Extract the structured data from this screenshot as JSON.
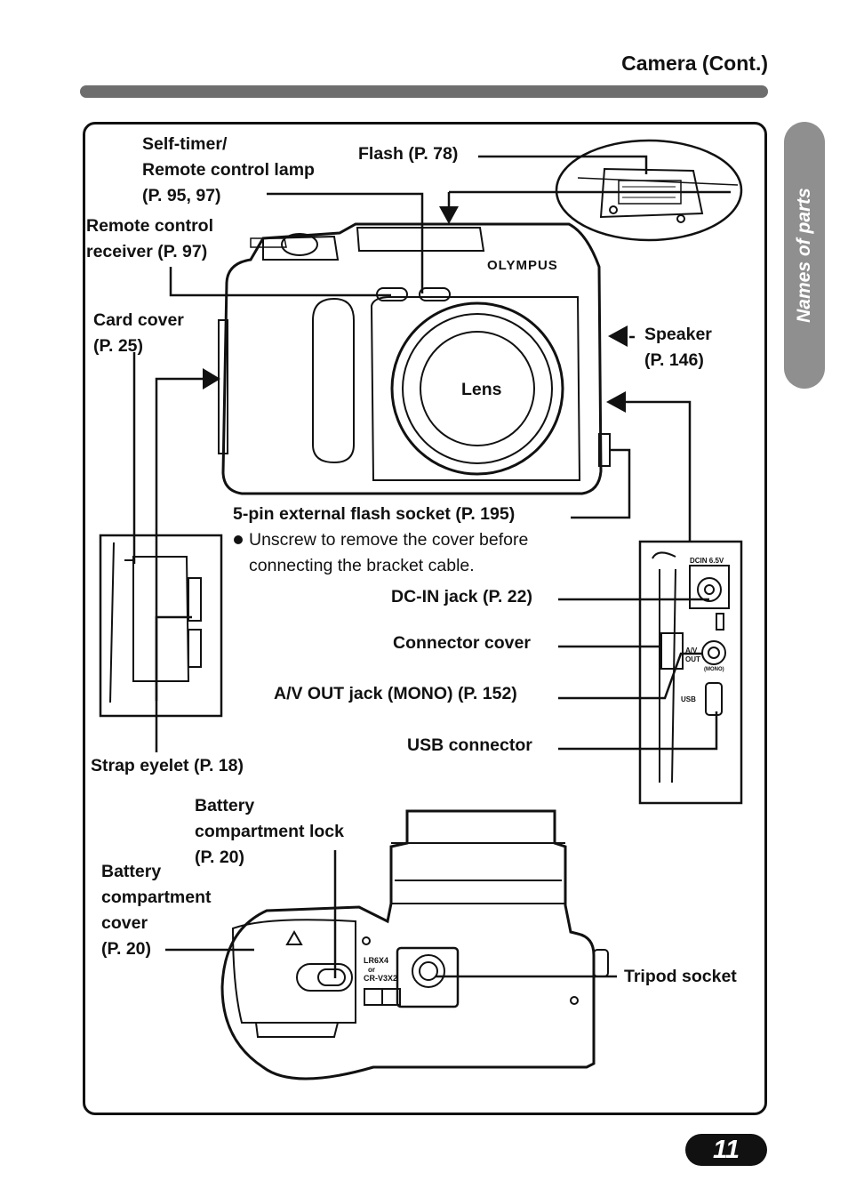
{
  "header": {
    "title": "Camera (Cont.)"
  },
  "side_tab": {
    "label": "Names of parts"
  },
  "labels": {
    "self_timer": [
      "Self-timer/",
      "Remote control lamp",
      "(P. 95, 97)"
    ],
    "flash": "Flash (P. 78)",
    "remote_receiver": [
      "Remote control",
      "receiver (P. 97)"
    ],
    "card_cover": [
      "Card cover",
      "(P. 25)"
    ],
    "speaker": [
      "Speaker",
      "(P. 146)"
    ],
    "lens": "Lens",
    "flash_socket": "5-pin external flash socket (P. 195)",
    "flash_socket_note": [
      "Unscrew to remove the cover before",
      "connecting the bracket cable."
    ],
    "dc_in": "DC-IN jack (P. 22)",
    "connector_cover": "Connector cover",
    "av_out": "A/V OUT jack (MONO) (P. 152)",
    "usb": "USB connector",
    "strap": "Strap eyelet (P. 18)",
    "battery_lock": [
      "Battery",
      "compartment lock",
      "(P. 20)"
    ],
    "battery_cover": [
      "Battery",
      "compartment",
      "cover",
      "(P. 20)"
    ],
    "tripod": "Tripod socket"
  },
  "camera_markings": {
    "brand": "OLYMPUS",
    "dcin": "DCIN 6.5V",
    "av_out": [
      "A/V",
      "OUT"
    ],
    "mono": "(MONO)",
    "usb": "USB",
    "battery_type": [
      "LR6X4",
      "or",
      "CR-V3X2"
    ]
  },
  "page_number": "11"
}
